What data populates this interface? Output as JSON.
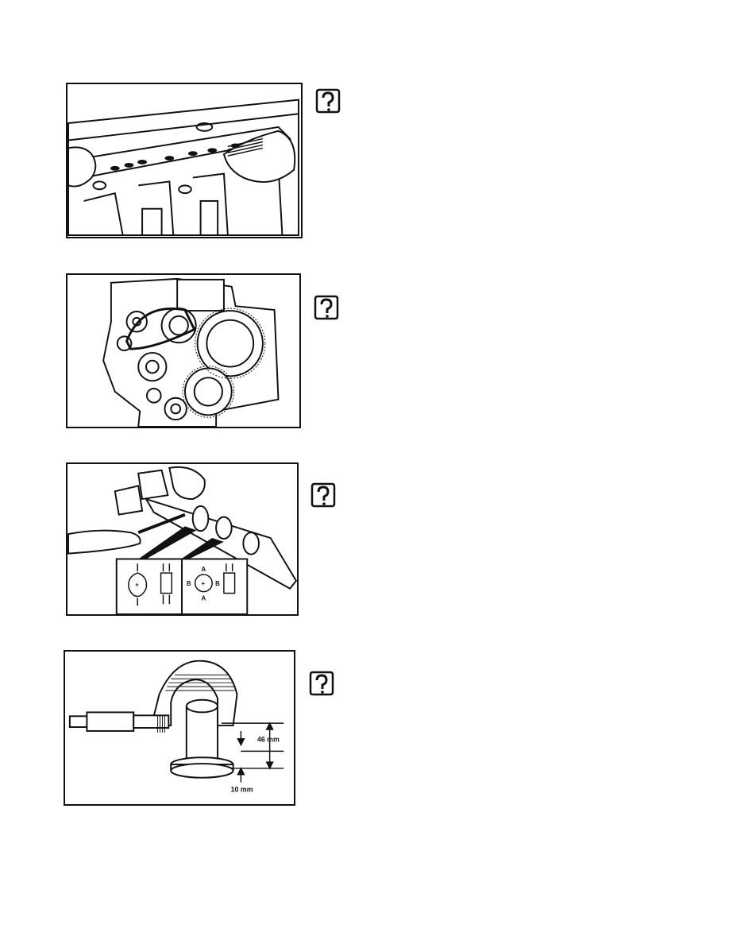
{
  "figures": [
    {
      "id": "fig1",
      "subject": "straightedge-check-cylinder-head",
      "icon": "question-inspect-icon"
    },
    {
      "id": "fig2",
      "subject": "engine-front-gear-train",
      "icon": "question-inspect-icon"
    },
    {
      "id": "fig3",
      "subject": "camshaft-lobe-measurement",
      "icon": "question-inspect-icon",
      "diagram_labels": {
        "a_top": "A",
        "a_bottom": "A",
        "b_left": "B",
        "b_right": "B",
        "center_plus": "+"
      }
    },
    {
      "id": "fig4",
      "subject": "tappet-micrometer-measurement",
      "icon": "question-inspect-icon",
      "dimensions": {
        "upper": "46 mm",
        "lower": "10 mm"
      }
    }
  ],
  "colors": {
    "ink": "#111111",
    "paper": "#ffffff"
  }
}
